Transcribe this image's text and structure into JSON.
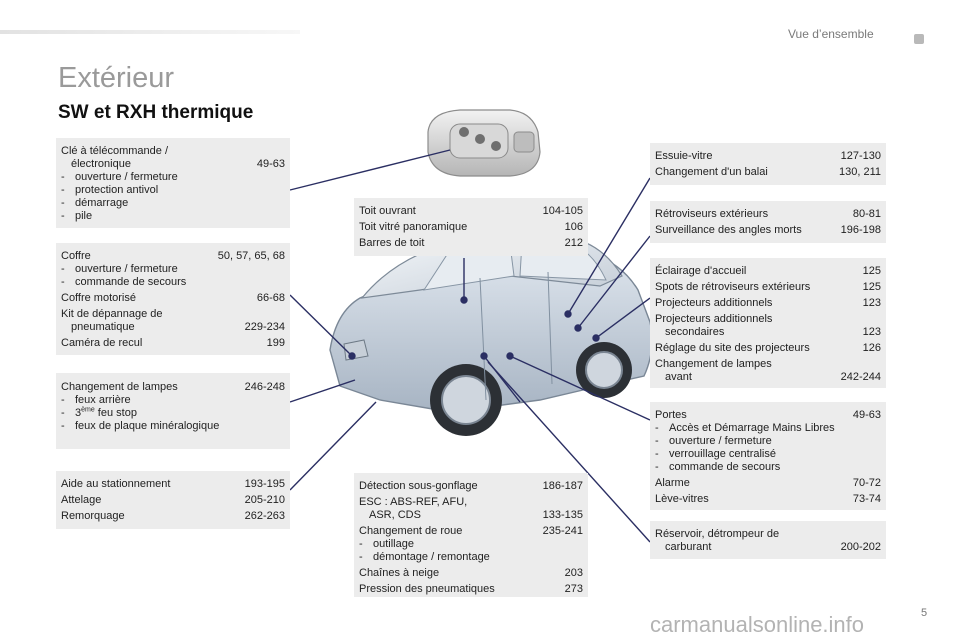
{
  "header": {
    "section": "Vue d’ensemble",
    "page_number": "5"
  },
  "title": "Extérieur",
  "subtitle": "SW et RXH thermique",
  "watermark": "carmanualsonline.info",
  "boxes": {
    "cle": {
      "label1": "Clé à télécommande /",
      "label2": "électronique",
      "pages": "49-63",
      "items": [
        "ouverture / fermeture",
        "protection antivol",
        "démarrage",
        "pile"
      ]
    },
    "coffre": {
      "label": "Coffre",
      "pages": "50, 57, 65, 68",
      "items": [
        "ouverture / fermeture",
        "commande de secours"
      ],
      "motorise_label": "Coffre motorisé",
      "motorise_pages": "66-68",
      "kit_label1": "Kit de dépannage de",
      "kit_label2": "pneumatique",
      "kit_pages": "229-234",
      "camera_label": "Caméra de recul",
      "camera_pages": "199"
    },
    "lampes_arriere": {
      "label": "Changement de lampes",
      "pages": "246-248",
      "item1": "feux arrière",
      "item2_num": "3",
      "item2_sup": "ème",
      "item2_rest": " feu stop",
      "item3": "feux de plaque minéralogique"
    },
    "aide": {
      "rows": [
        {
          "label": "Aide au stationnement",
          "pages": "193-195"
        },
        {
          "label": "Attelage",
          "pages": "205-210"
        },
        {
          "label": "Remorquage",
          "pages": "262-263"
        }
      ]
    },
    "toit": {
      "rows": [
        {
          "label": "Toit ouvrant",
          "pages": "104-105"
        },
        {
          "label": "Toit vitré panoramique",
          "pages": "106"
        },
        {
          "label": "Barres de toit",
          "pages": "212"
        }
      ]
    },
    "detection": {
      "detect_label": "Détection sous-gonflage",
      "detect_pages": "186-187",
      "esc_label1": "ESC : ABS-REF, AFU,",
      "esc_label2": "ASR, CDS",
      "esc_pages": "133-135",
      "roue_label": "Changement de roue",
      "roue_pages": "235-241",
      "roue_items": [
        "outillage",
        "démontage / remontage"
      ],
      "chaines_label": "Chaînes à neige",
      "chaines_pages": "203",
      "pression_label": "Pression des pneumatiques",
      "pression_pages": "273"
    },
    "essuie": {
      "rows": [
        {
          "label": "Essuie-vitre",
          "pages": "127-130"
        },
        {
          "label": "Changement d'un balai",
          "pages": "130, 211"
        }
      ]
    },
    "retro": {
      "rows": [
        {
          "label": "Rétroviseurs extérieurs",
          "pages": "80-81"
        },
        {
          "label": "Surveillance des angles morts",
          "pages": "196-198"
        }
      ]
    },
    "eclairage": {
      "accueil_label": "Éclairage d'accueil",
      "accueil_pages": "125",
      "spots_label": "Spots de rétroviseurs extérieurs",
      "spots_pages": "125",
      "proj_label": "Projecteurs additionnels",
      "proj_pages": "123",
      "proj2_label1": "Projecteurs additionnels",
      "proj2_label2": "secondaires",
      "proj2_pages": "123",
      "reglage_label": "Réglage du site des projecteurs",
      "reglage_pages": "126",
      "lampes_label1": "Changement de lampes",
      "lampes_label2": "avant",
      "lampes_pages": "242-244"
    },
    "portes": {
      "label": "Portes",
      "pages": "49-63",
      "items": [
        "Accès et Démarrage Mains Libres",
        "ouverture / fermeture",
        "verrouillage centralisé",
        "commande de secours"
      ],
      "alarme_label": "Alarme",
      "alarme_pages": "70-72",
      "leve_label": "Lève-vitres",
      "leve_pages": "73-74"
    },
    "reservoir": {
      "label1": "Réservoir, détrompeur de",
      "label2": "carburant",
      "pages": "200-202"
    }
  },
  "colors": {
    "callout_line": "#2b2f63",
    "box_bg": "#ececec",
    "title_gray": "#9a9a9a"
  }
}
